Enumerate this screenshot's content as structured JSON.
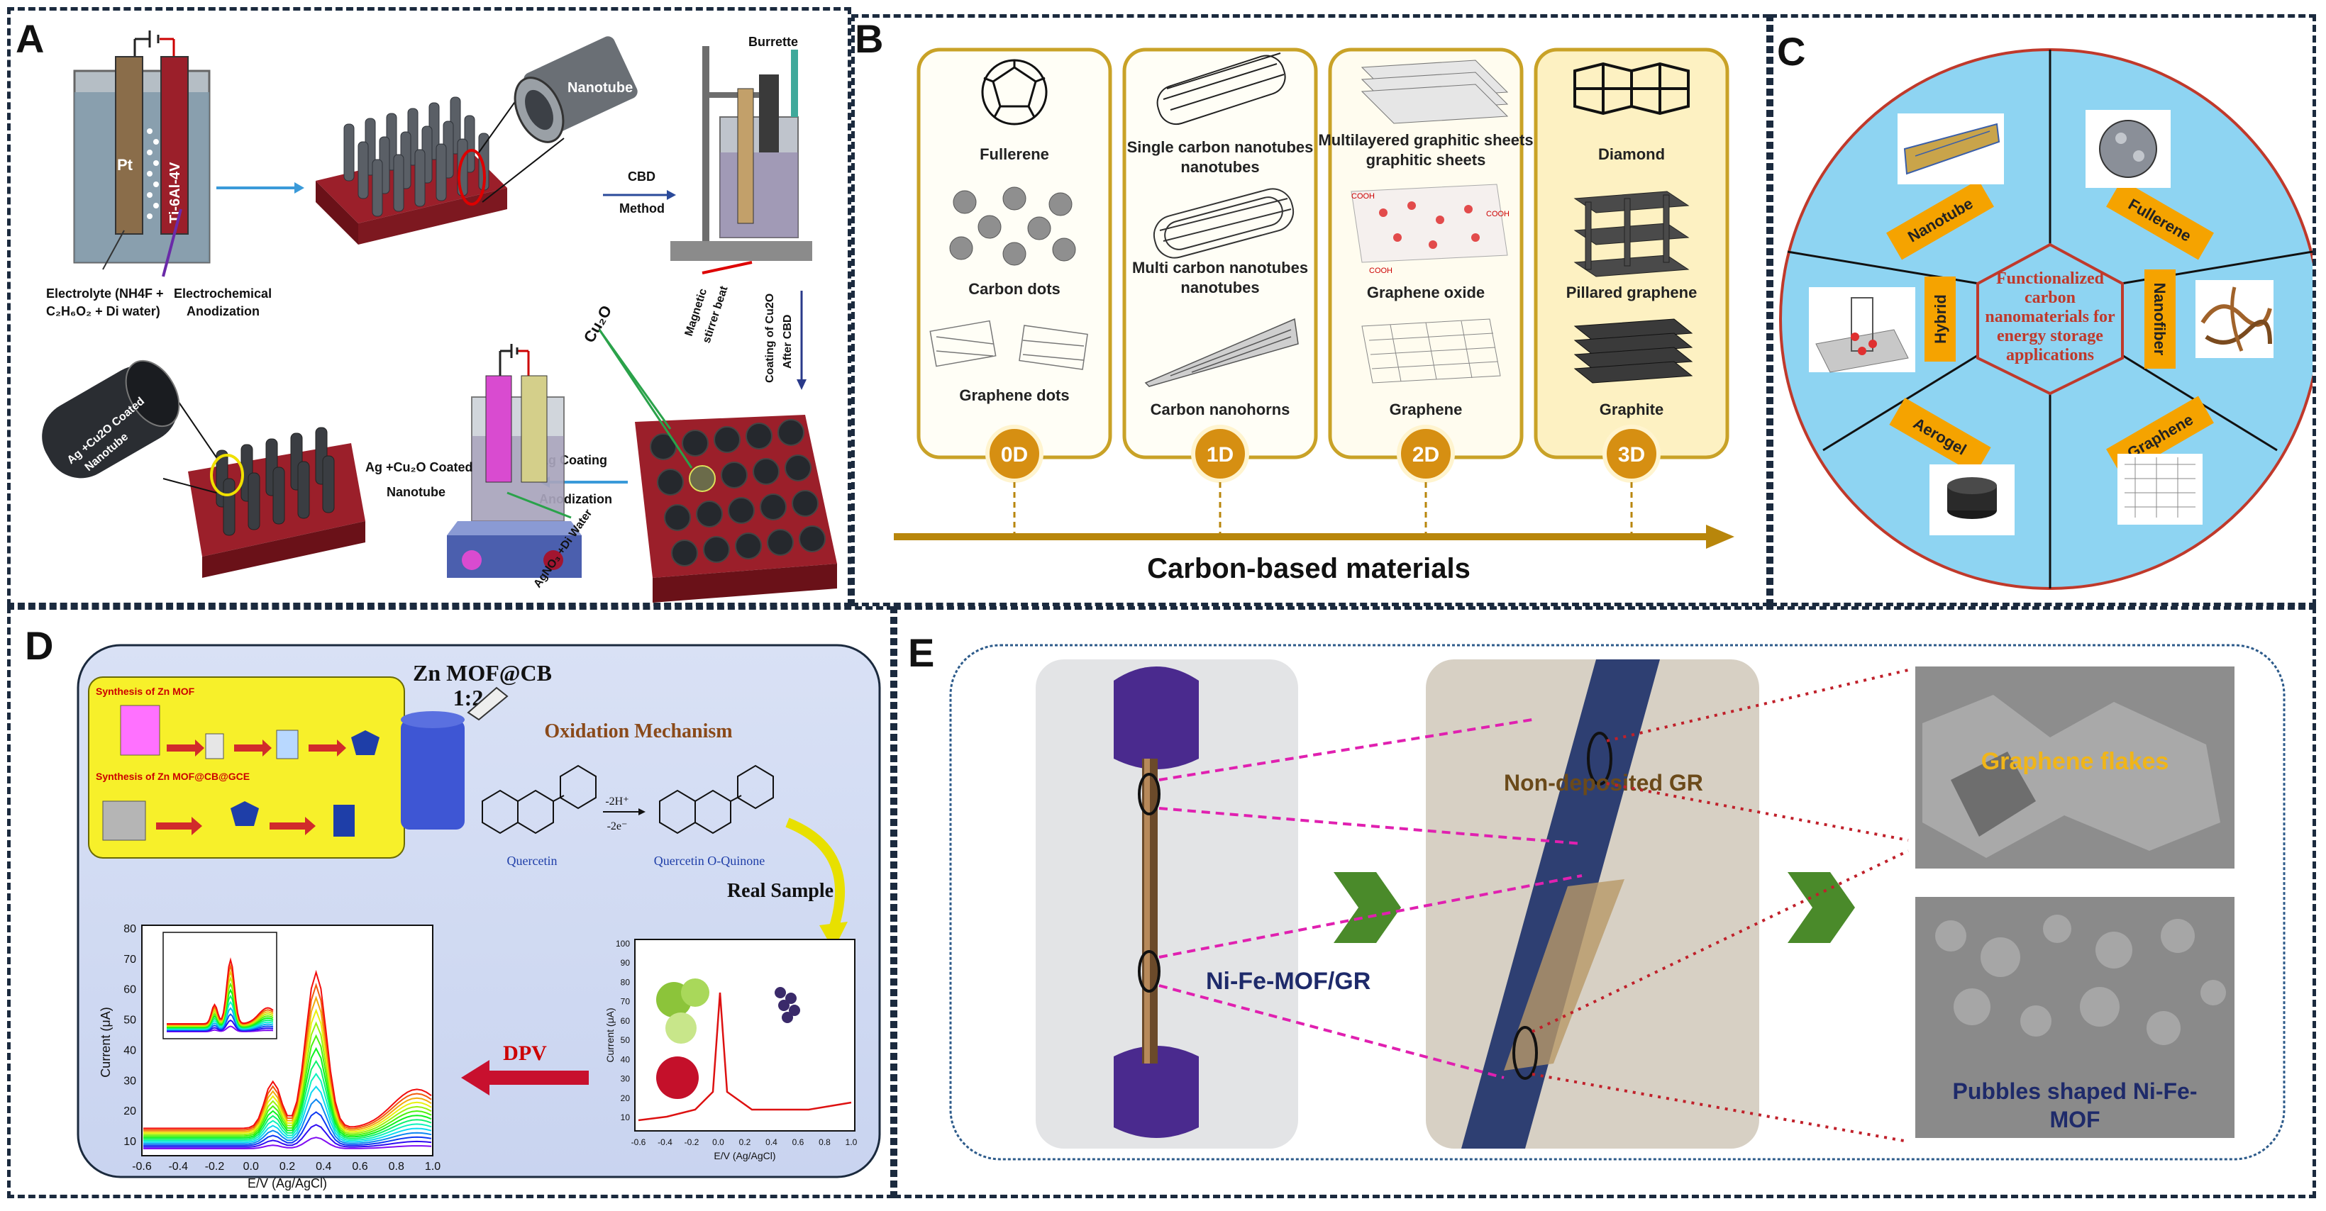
{
  "panels": {
    "a": {
      "label": "A",
      "nanotube": "Nanotube",
      "pt": "Pt",
      "ti": "Ti-6Al-4V",
      "electrolyte_1": "Electrolyte (NH4F +",
      "electrolyte_2": "C₂H₆O₂ + Di water)",
      "electrochemical_1": "Electrochemical",
      "electrochemical_2": "Anodization",
      "cbd_1": "CBD",
      "cbd_2": "Method",
      "burrette": "Burrette",
      "magnetic_1": "Magnetic",
      "magnetic_2": "stirrer beat",
      "coating_1": "Coating of Cu2O",
      "coating_2": "After CBD",
      "cu2o": "Cu₂O",
      "ag_coating_1": "Ag Coating",
      "ag_coating_2": "Anodization",
      "agcoated_1": "Ag +Cu₂O Coated",
      "agcoated_2": "Nanotube",
      "agcoated_zoom_1": "Ag +Cu2O Coated",
      "agcoated_zoom_2": "Nanotube",
      "agno3": "AgNO₃ +Di Water"
    },
    "b": {
      "label": "B",
      "title": "Carbon-based materials",
      "columns": [
        {
          "dim": "0D",
          "items": [
            "Fullerene",
            "Carbon dots",
            "Graphene dots"
          ]
        },
        {
          "dim": "1D",
          "items": [
            "Single carbon nanotubes",
            "Multi carbon nanotubes",
            "Carbon nanohorns"
          ]
        },
        {
          "dim": "2D",
          "items": [
            "Multilayered graphitic sheets",
            "Graphene oxide",
            "Graphene"
          ]
        },
        {
          "dim": "3D",
          "items": [
            "Diamond",
            "Pillared graphene",
            "Graphite"
          ]
        }
      ],
      "cooh": "COOH",
      "colors": {
        "card_border": "#c9a227",
        "card_fill_0": "#fffef6",
        "card_fill_3": "#fdf1c2",
        "badge": "#d68f12",
        "arrow": "#b8860b"
      }
    },
    "c": {
      "label": "C",
      "center_1": "Functionalized",
      "center_2": "carbon",
      "center_3": "nanomaterials for",
      "center_4": "energy storage",
      "center_5": "applications",
      "sectors": [
        "Nanotube",
        "Fullerene",
        "Nanofiber",
        "Graphene",
        "Aerogel",
        "Hybrid"
      ],
      "colors": {
        "circle": "#8ed4f2",
        "tag": "#f5a300",
        "center_text": "#c0392b"
      }
    },
    "d": {
      "label": "D",
      "title_1": "Zn MOF@CB",
      "title_2": "1:2",
      "synthesis_1": "Synthesis of Zn MOF",
      "synthesis_2": "Synthesis of Zn MOF@CB@GCE",
      "oxidation": "Oxidation Mechanism",
      "quercetin": "Quercetin",
      "quinone": "Quercetin O-Quinone",
      "step_1": "-2H⁺",
      "step_2": "-2e⁻",
      "real_sample": "Real  Sample",
      "dpv": "DPV",
      "main_plot": {
        "ylabel": "Current (μA)",
        "xlabel": "E/V (Ag/AgCl)",
        "yticks": [
          "80",
          "70",
          "60",
          "50",
          "40",
          "30",
          "20",
          "10"
        ],
        "xticks": [
          "-0.6",
          "-0.4",
          "-0.2",
          "0.0",
          "0.2",
          "0.4",
          "0.6",
          "0.8",
          "1.0"
        ]
      },
      "small_plot": {
        "ylabel": "Current (μA)",
        "xlabel": "E/V (Ag/AgCl)",
        "yticks": [
          "100",
          "90",
          "80",
          "70",
          "60",
          "50",
          "40",
          "30",
          "20",
          "10"
        ],
        "xticks": [
          "-0.6",
          "-0.4",
          "-0.2",
          "0.0",
          "0.2",
          "0.4",
          "0.6",
          "0.8",
          "1.0"
        ]
      }
    },
    "e": {
      "label": "E",
      "non_deposited": "Non-deposited GR",
      "nifemof": "Ni-Fe-MOF/GR",
      "graphene_flakes": "Graphene flakes",
      "pubbles_1": "Pubbles shaped Ni-Fe-",
      "pubbles_2": "MOF"
    }
  }
}
